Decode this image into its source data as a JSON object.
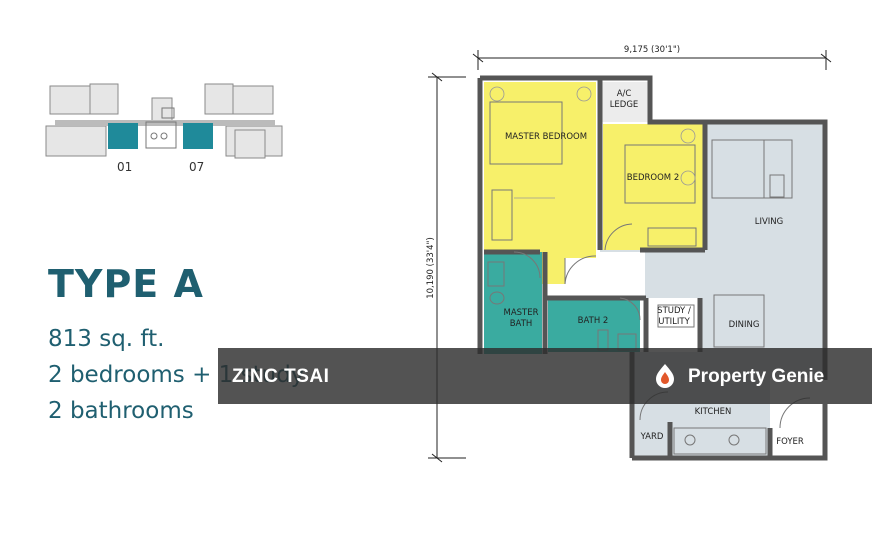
{
  "keyplan": {
    "unit_left": "01",
    "unit_right": "07",
    "highlight_color": "#1f8a9a"
  },
  "unit": {
    "type": "TYPE A",
    "area": "813 sq. ft.",
    "bedrooms": "2 bedrooms + 1 study",
    "bathrooms": "2 bathrooms"
  },
  "dimensions": {
    "width": "9,175 (30'1\")",
    "height": "10,190 (33'4\")"
  },
  "rooms": {
    "ac_ledge": [
      "A/C",
      "LEDGE"
    ],
    "master_bedroom": "MASTER BEDROOM",
    "bedroom_2": "BEDROOM 2",
    "living": "LIVING",
    "master_bath": [
      "MASTER",
      "BATH"
    ],
    "bath_2": "BATH 2",
    "study": [
      "STUDY /",
      "UTILITY"
    ],
    "dining": "DINING",
    "kitchen": "KITCHEN",
    "yard": "YARD",
    "foyer": "FOYER"
  },
  "colors": {
    "bedroom": "#f7f06a",
    "bath": "#3aaba0",
    "living": "#d7dfe4",
    "wall": "#555555",
    "title": "#1f5f70"
  },
  "watermark": {
    "left": "ZINC TSAI",
    "right": "Property Genie"
  }
}
